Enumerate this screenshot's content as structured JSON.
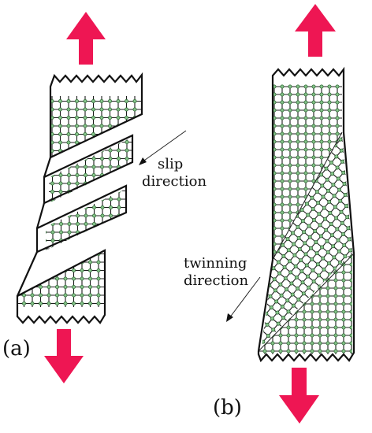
{
  "labels": {
    "slip": [
      "slip",
      "direction"
    ],
    "twinning": [
      "twinning",
      "direction"
    ],
    "panel_a": "(a)",
    "panel_b": "(b)"
  },
  "colors": {
    "arrow": "#ee1653",
    "atom_fill": "#86c28a",
    "atom_stroke": "#2d6b33",
    "outline": "#111111"
  }
}
